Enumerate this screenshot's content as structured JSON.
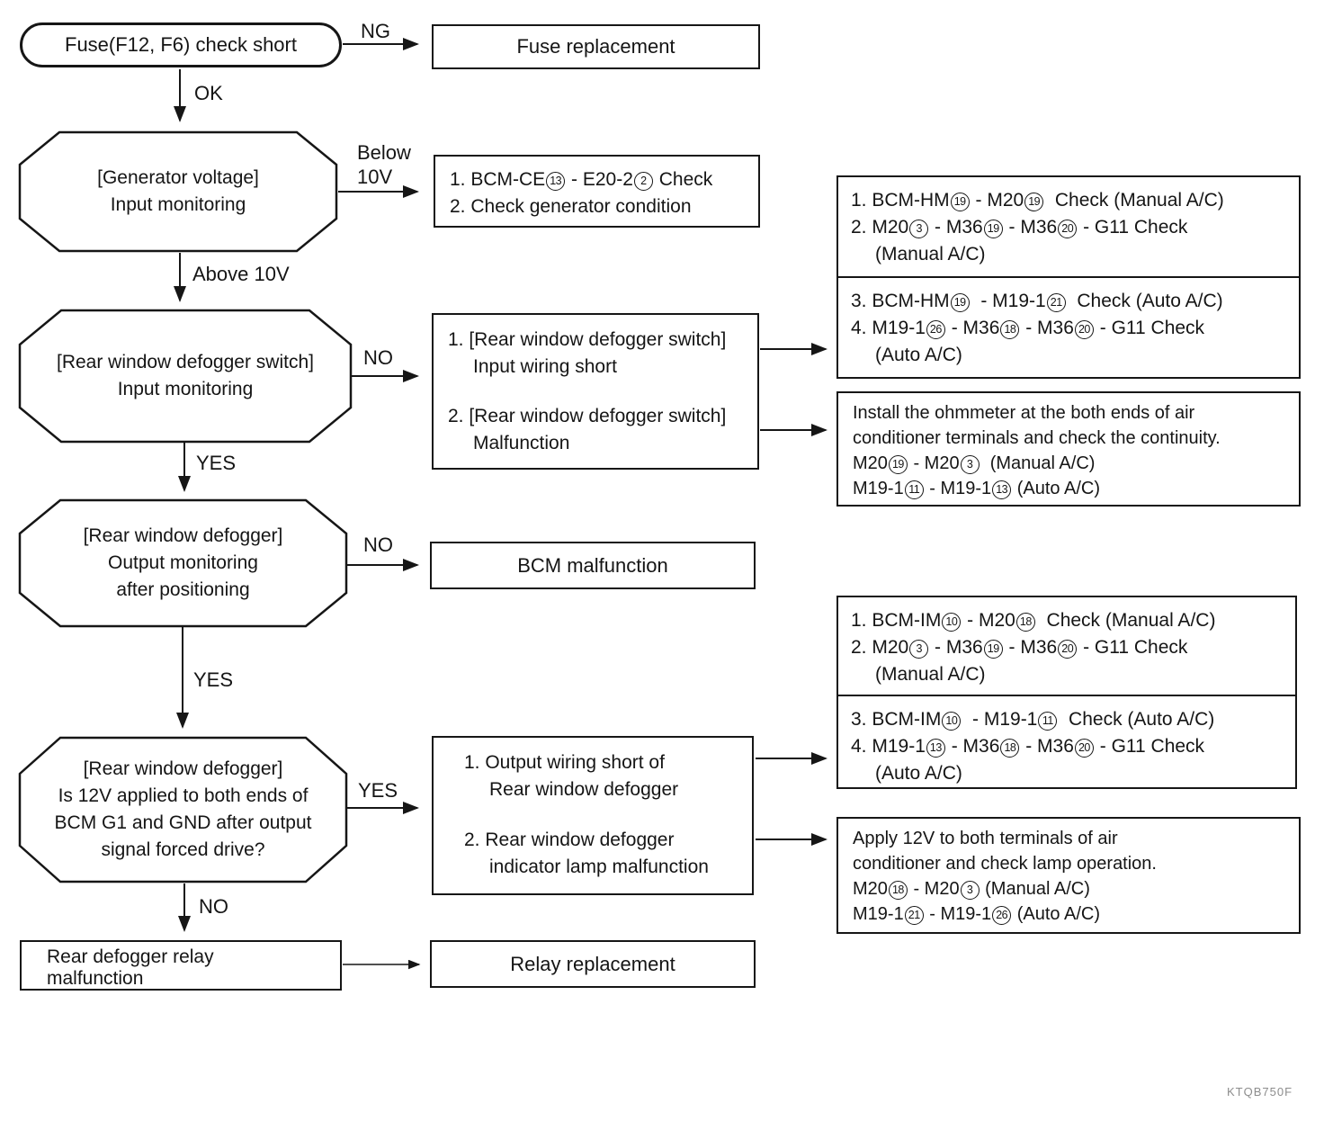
{
  "page": {
    "figure_code": "KTQB750F"
  },
  "nodes": {
    "fuse_check": {
      "label": "Fuse(F12, F6) check short"
    },
    "fuse_replacement": {
      "label": "Fuse replacement"
    },
    "generator_voltage": {
      "lines": [
        "[Generator voltage]",
        "Input monitoring"
      ]
    },
    "bcm_ce_check": {
      "lines": [
        "1. BCM-CE{13} - E20-2{2} Check",
        "2. Check generator condition"
      ]
    },
    "defogger_switch_input": {
      "lines": [
        "[Rear window defogger switch]",
        "Input monitoring"
      ]
    },
    "switch_input_wiring_short": {
      "lines": [
        "1. [Rear window defogger switch]",
        "Input wiring short"
      ]
    },
    "switch_malfunction": {
      "lines": [
        "2. [Rear window defogger switch]",
        "Malfunction"
      ]
    },
    "hm_check_manual": {
      "lines": [
        "1. BCM-HM{19} - M20{19}  Check (Manual A/C)",
        "2. M20{3} - M36{19} - M36{20} - G11 Check",
        "(Manual A/C)"
      ]
    },
    "hm_check_auto": {
      "lines": [
        "3. BCM-HM{19}  - M19-1{21}  Check (Auto A/C)",
        "4. M19-1{26} - M36{18} - M36{20} - G11 Check",
        "(Auto A/C)"
      ]
    },
    "ohmmeter_check": {
      "lines": [
        "Install the ohmmeter at the both ends of air",
        "conditioner terminals and check the continuity.",
        "M20{19} - M20{3}  (Manual A/C)",
        "M19-1{11} - M19-1{13} (Auto A/C)"
      ]
    },
    "defogger_output_monitoring": {
      "lines": [
        "[Rear window defogger]",
        "Output monitoring",
        "after positioning"
      ]
    },
    "bcm_malfunction": {
      "label": "BCM malfunction"
    },
    "im_check_manual": {
      "lines": [
        "1. BCM-IM{10} - M20{18}  Check (Manual A/C)",
        "2. M20{3} - M36{19} - M36{20} - G11 Check",
        "(Manual A/C)"
      ]
    },
    "im_check_auto": {
      "lines": [
        "3. BCM-IM{10}  - M19-1{11}  Check (Auto A/C)",
        "4. M19-1{13} - M36{18} - M36{20} - G11 Check",
        "(Auto A/C)"
      ]
    },
    "defogger_12v_check": {
      "lines": [
        "[Rear window defogger]",
        "Is 12V applied to both ends of",
        "BCM G1 and GND after output",
        "signal forced drive?"
      ]
    },
    "output_wiring_short": {
      "lines": [
        "1. Output wiring short of",
        "Rear window defogger"
      ]
    },
    "indicator_lamp_malfunction": {
      "lines": [
        "2. Rear window defogger",
        "indicator lamp malfunction"
      ]
    },
    "apply_12v_check": {
      "lines": [
        "Apply 12V to both terminals of air",
        "conditioner and check lamp operation.",
        "M20{18} - M20{3} (Manual A/C)",
        "M19-1{21} - M19-1{26} (Auto A/C)"
      ]
    },
    "relay_malfunction": {
      "lines": [
        "Rear defogger relay",
        "malfunction"
      ]
    },
    "relay_replacement": {
      "label": "Relay replacement"
    }
  },
  "edges": {
    "ng": "NG",
    "ok": "OK",
    "below_10v": [
      "Below",
      "10V"
    ],
    "above_10v": "Above 10V",
    "switch_no": "NO",
    "switch_yes": "YES",
    "output_no": "NO",
    "output_yes": "YES",
    "apply_yes": "YES",
    "apply_no": "NO"
  }
}
